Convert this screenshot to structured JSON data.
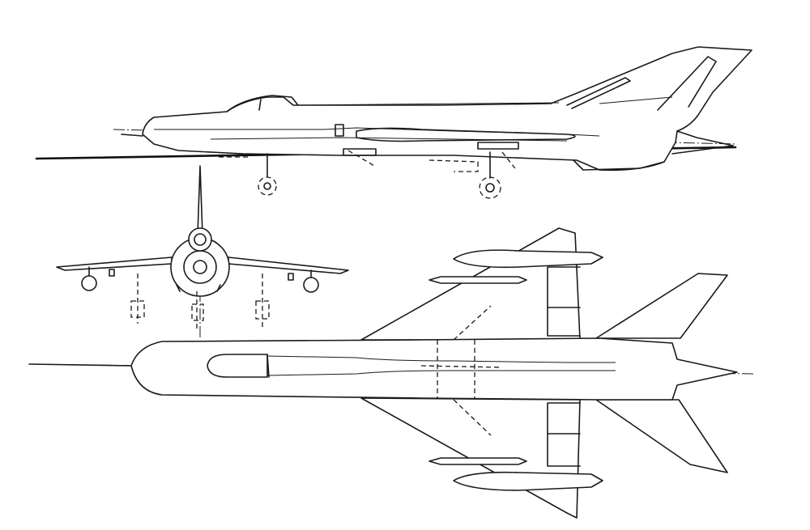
{
  "drawing": {
    "views": [
      "side-view",
      "front-view",
      "top-view"
    ],
    "line_color": "#1a1a1a",
    "background": "#ffffff"
  }
}
